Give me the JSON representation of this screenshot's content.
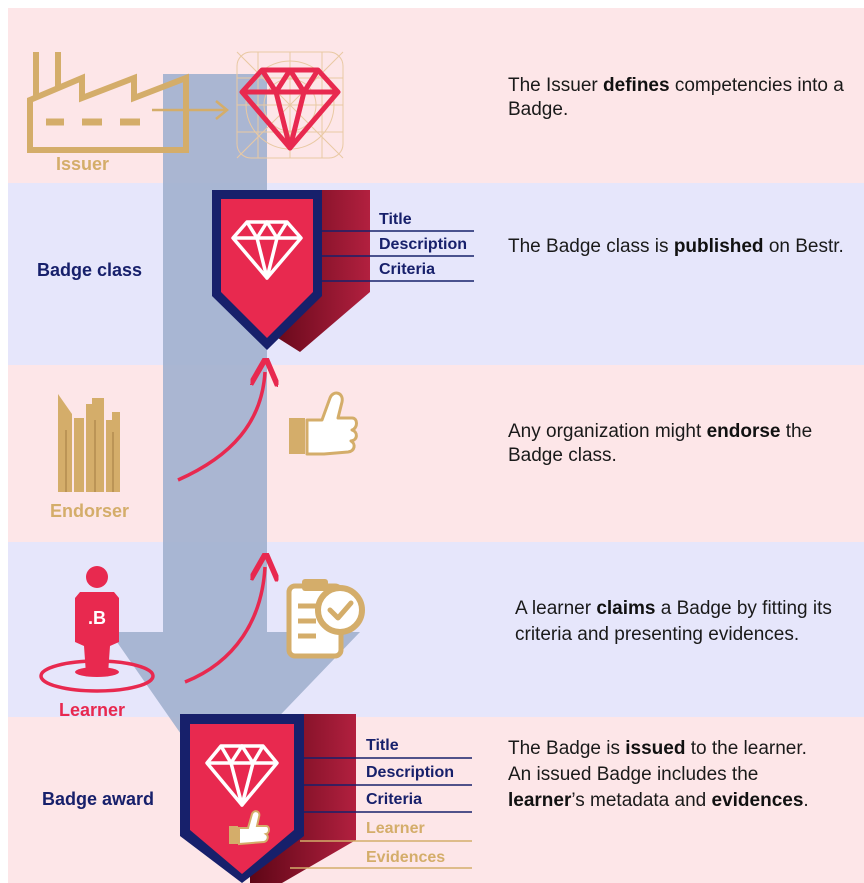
{
  "colors": {
    "band_pink": "#fde6e8",
    "band_lavender": "#e6e6fb",
    "gold": "#d4ad6a",
    "gold_dark": "#b38b4f",
    "red": "#e8294f",
    "maroon": "#8a0f2a",
    "navy": "#17206b",
    "flow_arrow": "#a3b2cf"
  },
  "icons": [
    "factory-icon",
    "gem-icon",
    "badge-icon",
    "thumbs-up-icon",
    "buildings-icon",
    "person-icon",
    "clipboard-check-icon"
  ],
  "rows": {
    "issuer": {
      "icon_label": "Issuer",
      "desc_1": "The Issuer ",
      "desc_bold": "defines",
      "desc_2": " competencies into a Badge."
    },
    "badge_class": {
      "row_label": "Badge class",
      "fields": [
        "Title",
        "Description",
        "Criteria"
      ],
      "desc_1": "The Badge class is ",
      "desc_bold": "published",
      "desc_2": " on Bestr."
    },
    "endorser": {
      "icon_label": "Endorser",
      "desc_1": "Any organization might ",
      "desc_bold": "endorse",
      "desc_2": " the Badge class."
    },
    "learner": {
      "icon_label": "Learner",
      "person_mark": ".B",
      "desc_1": "A learner ",
      "desc_bold": "claims",
      "desc_2": " a Badge by fitting its criteria and presenting evidences."
    },
    "badge_award": {
      "row_label": "Badge award",
      "fields": [
        "Title",
        "Description",
        "Criteria"
      ],
      "extra_fields": [
        "Learner",
        "Evidences"
      ],
      "desc_line1_a": "The Badge is ",
      "desc_line1_bold": "issued",
      "desc_line1_b": " to the learner.",
      "desc_line2_a": "An issued Badge includes the ",
      "desc_line2_bold1": "learner",
      "desc_line2_b": "’s metadata and ",
      "desc_line2_bold2": "evidences",
      "desc_line2_c": "."
    }
  }
}
